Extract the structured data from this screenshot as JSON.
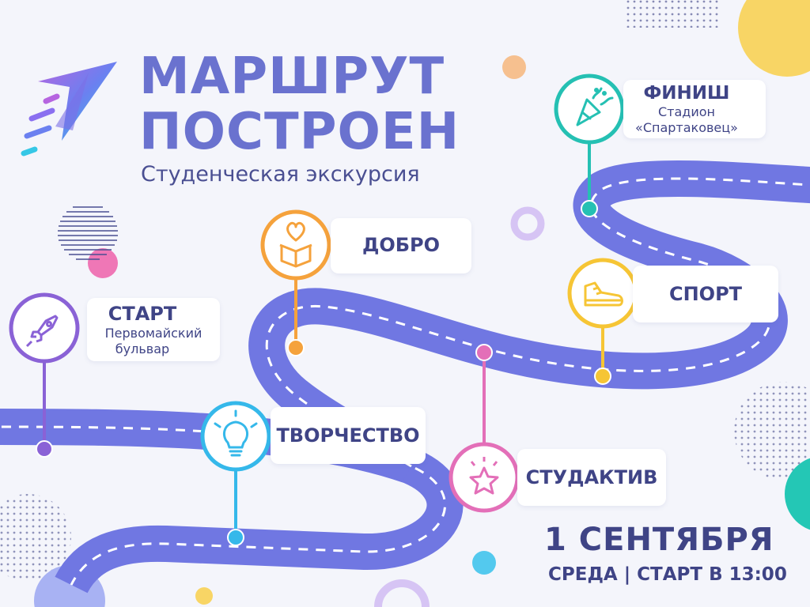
{
  "title": {
    "line1": "МАРШРУТ",
    "line2": "ПОСТРОЕН",
    "subtitle": "Студенческая экскурсия"
  },
  "stops": {
    "start": {
      "label": "СТАРТ",
      "detail1": "Первомайский",
      "detail2": "бульвар",
      "icon": "rocket-icon",
      "color": "#8a62d6"
    },
    "creativity": {
      "label": "ТВОРЧЕСТВО",
      "icon": "lightbulb-icon",
      "color": "#35b8ea"
    },
    "kindness": {
      "label": "ДОБРО",
      "icon": "heart-box-icon",
      "color": "#f5a23c"
    },
    "studactive": {
      "label": "СТУДАКТИВ",
      "icon": "star-icon",
      "color": "#e36fb8"
    },
    "sport": {
      "label": "СПОРТ",
      "icon": "sneaker-icon",
      "color": "#f6c535"
    },
    "finish": {
      "label": "ФИНИШ",
      "detail1": "Стадион",
      "detail2": "«Спартаковец»",
      "icon": "party-popper-icon",
      "color": "#25c0b3"
    }
  },
  "event": {
    "date": "1 СЕНТЯБРЯ",
    "time": "СРЕДА | СТАРТ В 13:00"
  },
  "colors": {
    "road": "#7077e2",
    "text": "#3f4486",
    "title": "#6a72cf",
    "background": "#f4f5fb"
  }
}
